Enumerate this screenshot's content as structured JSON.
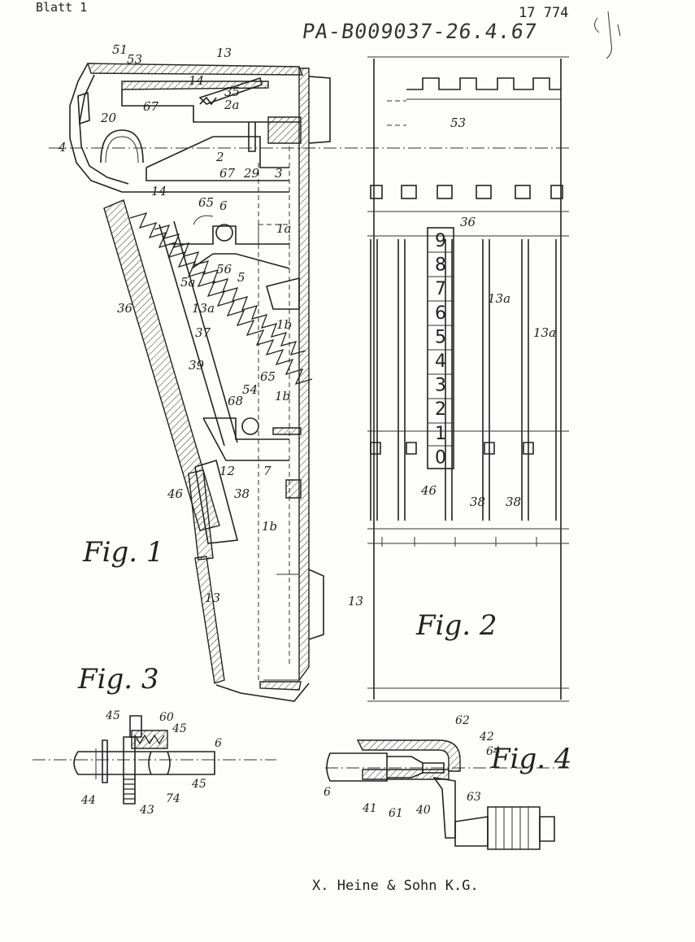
{
  "header": {
    "sheet_label": "Blatt 1",
    "sheet_number": "17 774",
    "stamp": "PA-B009037-26.4.67"
  },
  "figures": {
    "fig1": "Fig. 1",
    "fig2": "Fig. 2",
    "fig3": "Fig. 3",
    "fig4": "Fig. 4"
  },
  "digits": [
    "9",
    "8",
    "7",
    "6",
    "5",
    "4",
    "3",
    "2",
    "1",
    "0"
  ],
  "fig1_refs": [
    "51",
    "53",
    "13",
    "14",
    "35",
    "2a",
    "67",
    "20",
    "4",
    "2",
    "67",
    "29",
    "3",
    "14",
    "65",
    "6",
    "1a",
    "5a",
    "56",
    "5",
    "13a",
    "36",
    "37",
    "39",
    "1b",
    "68",
    "54",
    "65",
    "1b",
    "12",
    "7",
    "46",
    "38",
    "1b",
    "13"
  ],
  "fig2_refs": [
    "53",
    "36",
    "13a",
    "13a",
    "46",
    "38",
    "38",
    "13"
  ],
  "fig3_refs": [
    "45",
    "60",
    "45",
    "6",
    "44",
    "43",
    "74",
    "45"
  ],
  "fig4_refs": [
    "62",
    "42",
    "64",
    "6",
    "41",
    "61",
    "40",
    "63"
  ],
  "footer": {
    "applicant": "X. Heine & Sohn K.G."
  }
}
